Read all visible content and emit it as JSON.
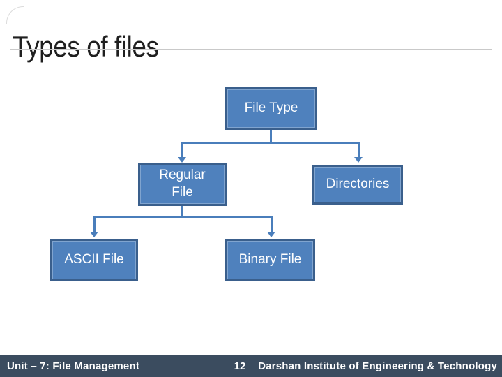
{
  "slide": {
    "title": "Types of files"
  },
  "diagram": {
    "root": {
      "label": "File Type"
    },
    "regular_file": {
      "label": "Regular File"
    },
    "directories": {
      "label": "Directories"
    },
    "ascii_file": {
      "label": "ASCII File"
    },
    "binary_file": {
      "label": "Binary File"
    }
  },
  "footer": {
    "unit": "Unit – 7: File Management",
    "page_number": "12",
    "institute": "Darshan Institute of Engineering & Technology"
  },
  "colors": {
    "node_fill": "#4f81bd",
    "node_border": "#3a5f8c",
    "connector": "#4a7ebb",
    "footer_background": "#3b4c5f",
    "title_text": "#1f1f1f"
  }
}
